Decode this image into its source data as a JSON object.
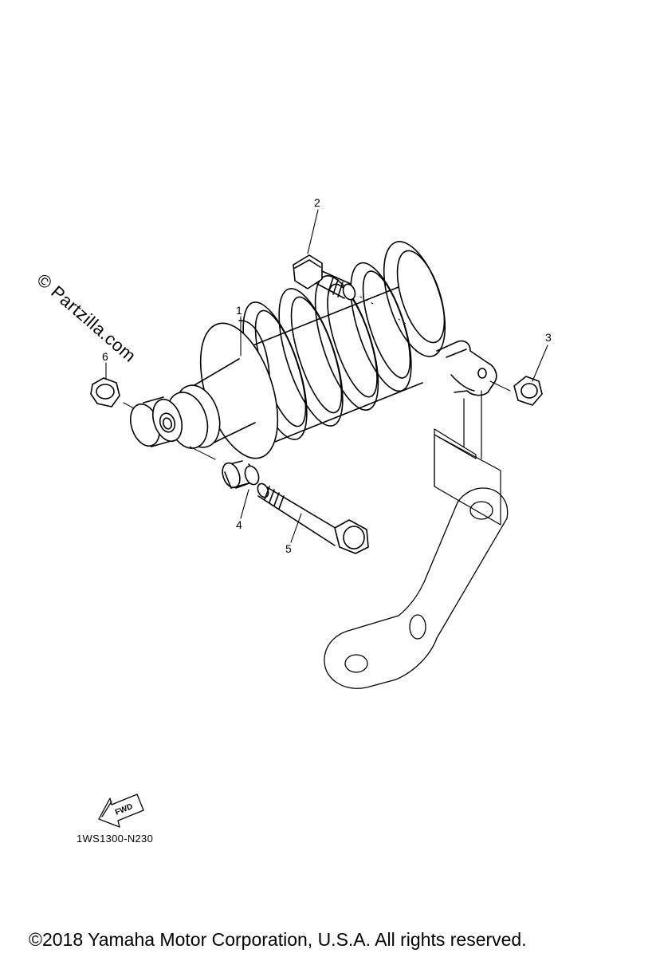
{
  "watermark": "© Partzilla.com",
  "diagram_code": "1WS1300-N230",
  "direction_marker": "FWD",
  "copyright": "©2018  Yamaha Motor Corporation, U.S.A. All rights reserved.",
  "callouts": [
    "1",
    "2",
    "3",
    "4",
    "5",
    "6"
  ]
}
